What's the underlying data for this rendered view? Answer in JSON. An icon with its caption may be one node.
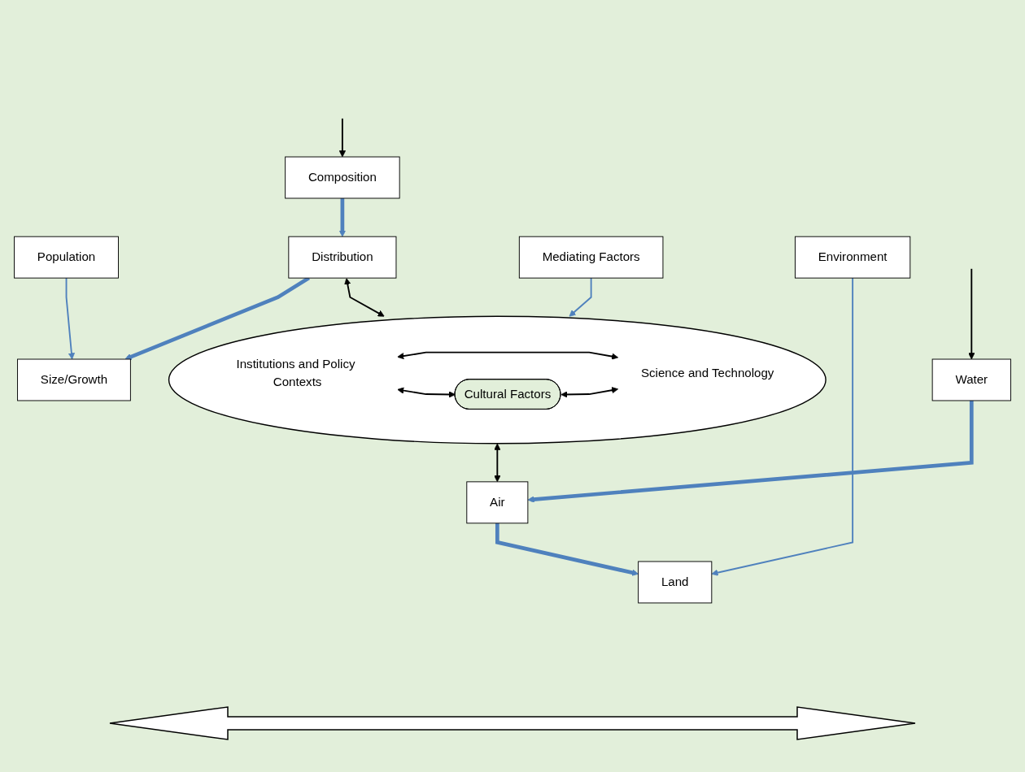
{
  "diagram": {
    "nodes": [
      {
        "text": [
          "Population"
        ]
      },
      {
        "text": [
          "Mediating Factors"
        ]
      },
      {
        "text": [
          "Environment"
        ]
      },
      {
        "text": [
          "Size/Growth"
        ]
      },
      {
        "text": [
          "Distribution"
        ]
      },
      {
        "text": [
          "Composition"
        ]
      },
      {
        "text": [],
        "shape": "ellipse"
      },
      {
        "text": [
          "Institutions and Policy Contexts"
        ],
        "in": 6
      },
      {
        "text": [
          "Cultural Factors"
        ],
        "in": 6
      },
      {
        "text": [
          "Science and Technology"
        ],
        "in": 6
      },
      {
        "text": [
          "Land"
        ]
      },
      {
        "text": [
          "Air"
        ]
      },
      {
        "text": [
          "Water"
        ]
      }
    ],
    "edges": [
      {
        "from": 0,
        "to": 3,
        "arrow": "to",
        "color": "#4f81bd"
      },
      {
        "from": 1,
        "to": 6,
        "arrow": "to",
        "color": "#4f81bd"
      },
      {
        "from": 2,
        "to": 10,
        "arrow": "to",
        "color": "#4f81bd"
      },
      {
        "from": 4,
        "to": 3,
        "arrow": "to",
        "style": "thick",
        "color": "#4f81bd"
      },
      {
        "from": 5,
        "to": 4,
        "arrow": "to",
        "style": "thick",
        "color": "#4f81bd"
      },
      {
        "from": 4,
        "to": 6,
        "arrow": "both",
        "color": "#000000"
      },
      {
        "from": 6,
        "to": 11,
        "arrow": "both",
        "color": "#000000"
      },
      {
        "from": 7,
        "to": 9,
        "arrow": "both",
        "color": "#000000"
      },
      {
        "from": 7,
        "to": 8,
        "arrow": "both",
        "color": "#000000"
      },
      {
        "from": 8,
        "to": 9,
        "arrow": "both",
        "color": "#000000"
      },
      {
        "from": 11,
        "to": 10,
        "arrow": "to",
        "style": "thick",
        "color": "#4f81bd"
      },
      {
        "from": 12,
        "to": 11,
        "arrow": "to",
        "style": "thick",
        "color": "#4f81bd"
      },
      {
        "from": null,
        "to": 5,
        "arrow": "to",
        "color": "#000000"
      },
      {
        "from": null,
        "to": 12,
        "arrow": "to",
        "color": "#000000"
      }
    ]
  }
}
